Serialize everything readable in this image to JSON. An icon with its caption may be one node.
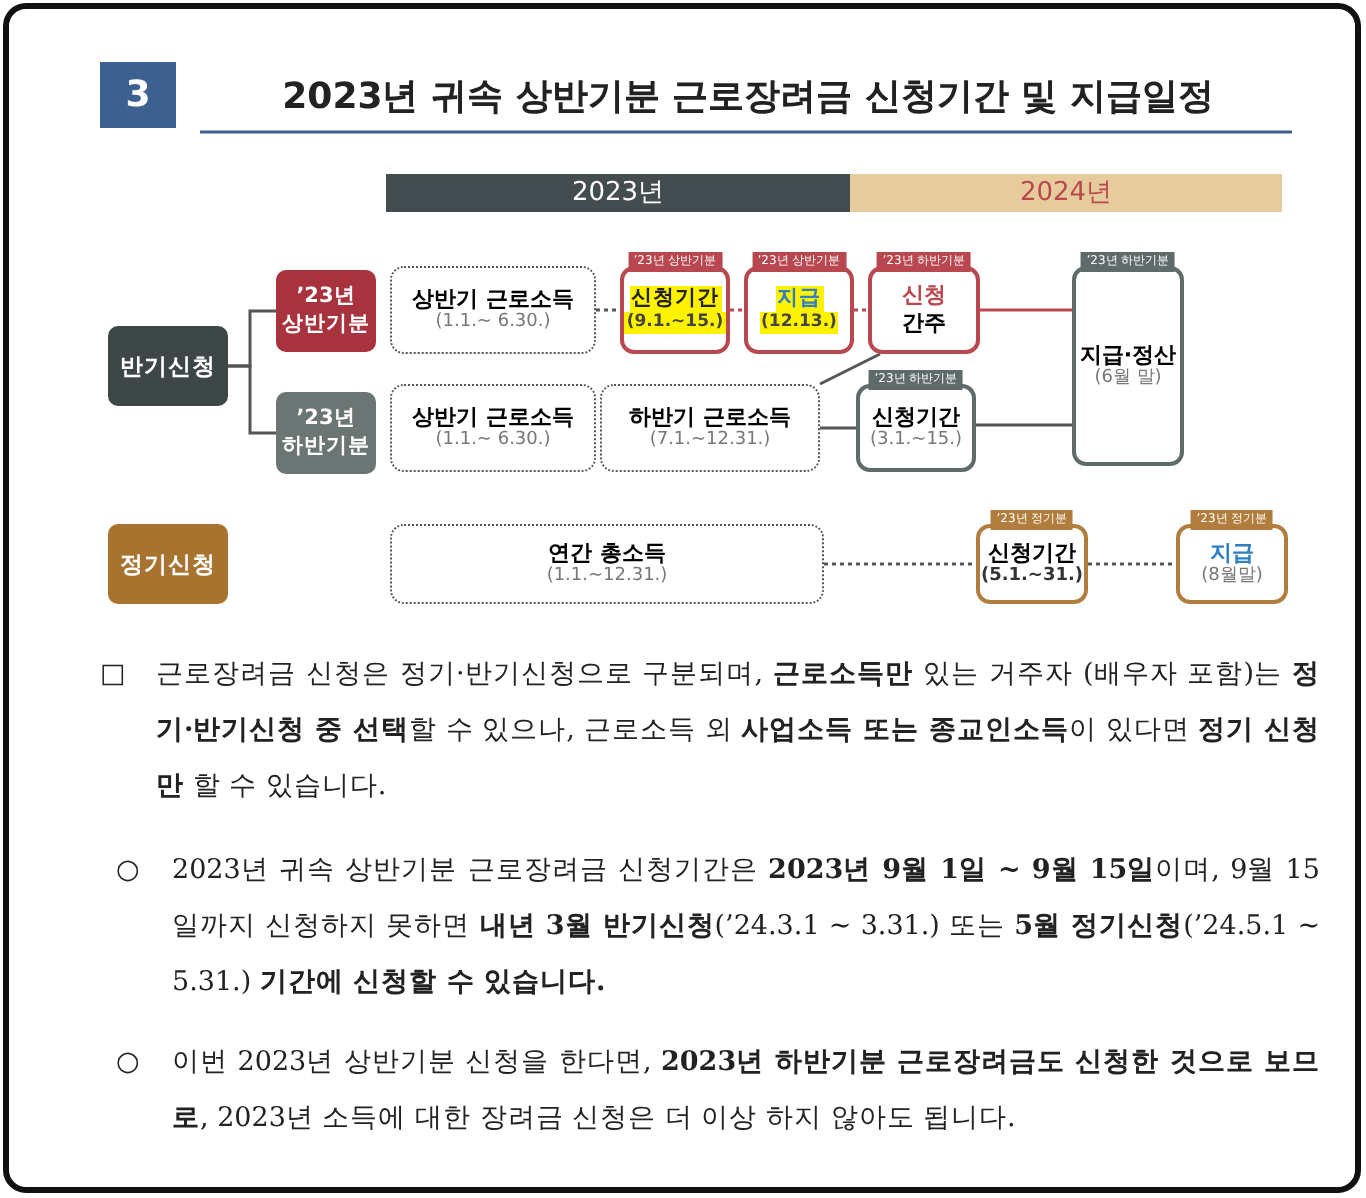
{
  "diagram": {
    "title": "2023년 귀속 상반기분 근로장려금 신청기간 및 지급일정",
    "nodes": [
      {
        "text": [
          "반기신청"
        ]
      },
      {
        "text": [
          "’23년 상반기분"
        ]
      },
      {
        "text": [
          "’23년 하반기분"
        ]
      },
      {
        "text": [
          "정기신청"
        ]
      },
      {
        "text": [
          "상반기 근로소득",
          "(1.1.~ 6.30.)"
        ]
      },
      {
        "text": [
          "’23년 상반기분",
          "신청기간",
          "(9.1.~15.)"
        ]
      },
      {
        "text": [
          "’23년 상반기분",
          "지급",
          "(12.13.)"
        ]
      },
      {
        "text": [
          "’23년 하반기분",
          "신청",
          "간주"
        ]
      },
      {
        "text": [
          "’23년 하반기분",
          "지급·정산",
          "(6월 말)"
        ]
      },
      {
        "text": [
          "상반기 근로소득",
          "(1.1.~ 6.30.)"
        ]
      },
      {
        "text": [
          "하반기 근로소득",
          "(7.1.~12.31.)"
        ]
      },
      {
        "text": [
          "’23년 하반기분",
          "신청기간",
          "(3.1.~15.)"
        ]
      },
      {
        "text": [
          "연간 총소득",
          "(1.1.~12.31.)"
        ]
      },
      {
        "text": [
          "’23년 정기분",
          "신청기간",
          "(5.1.~31.)"
        ]
      },
      {
        "text": [
          "’23년 정기분",
          "지급",
          "(8월말)"
        ]
      }
    ],
    "edges": [
      {
        "from": 0,
        "to": 1,
        "arrow": "none"
      },
      {
        "from": 0,
        "to": 2,
        "arrow": "none"
      },
      {
        "from": 4,
        "to": 5,
        "arrow": "none",
        "style": "dashed"
      },
      {
        "from": 5,
        "to": 6,
        "arrow": "none",
        "style": "dashed",
        "color": "#b8474f"
      },
      {
        "from": 6,
        "to": 7,
        "arrow": "none",
        "style": "dashed",
        "color": "#b8474f"
      },
      {
        "from": 7,
        "to": 8,
        "arrow": "none",
        "color": "#b8474f"
      },
      {
        "from": 10,
        "to": 7,
        "arrow": "none"
      },
      {
        "from": 10,
        "to": 11,
        "arrow": "none"
      },
      {
        "from": 11,
        "to": 8,
        "arrow": "none"
      },
      {
        "from": 12,
        "to": 13,
        "arrow": "none",
        "style": "dashed"
      },
      {
        "from": 13,
        "to": 14,
        "arrow": "none",
        "style": "dashed"
      }
    ],
    "labels": [
      "3",
      "2023년",
      "2024년",
      "□",
      "근로장려금 신청은 정기·반기신청으로 구분되며, **근로소득만** 있는 거주자 (배우자 포함)는 **정기·반기신청 중 선택**할 수 있으나, 근로소득 외 **사업소득 또는 종교인소득**이 있다면 **정기 신청만** 할 수 있습니다.",
      "○",
      "2023년 귀속 상반기분 근로장려금 신청기간은 **2023년 9월 1일 ~ 9월 15일**이며, 9월 15일까지 신청하지 못하면 **내년 3월 반기신청**(’24.3.1 ~ 3.31.) 또는 **5월 정기신청**(’24.5.1 ~ 5.31.) **기간에 신청할 수 있습니다.**",
      "○",
      "이번 2023년 상반기분 신청을 한다면, **2023년 하반기분 근로장려금도 신청한 것으로 보므로**, 2023년 소득에 대한 장려금 신청은 더 이상 하지 않아도 됩니다."
    ]
  }
}
